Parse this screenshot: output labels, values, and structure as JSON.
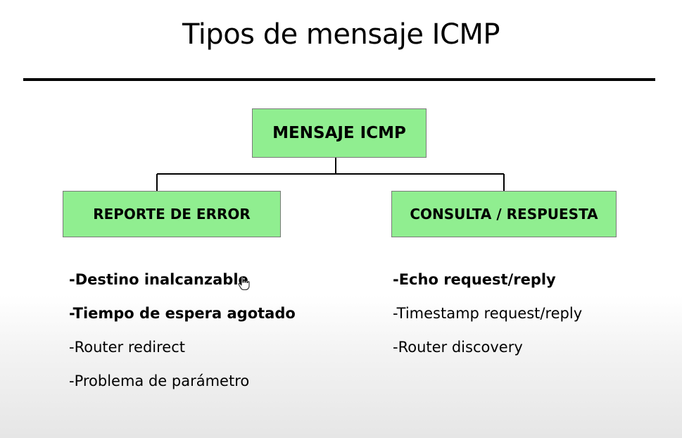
{
  "title": "Tipos de mensaje ICMP",
  "diagram": {
    "root": {
      "label": "MENSAJE ICMP",
      "color": "#90ee90"
    },
    "branches": [
      {
        "label": "REPORTE DE ERROR",
        "items": [
          {
            "text": "-Destino inalcanzable",
            "bold": true
          },
          {
            "text": "-Tiempo de espera agotado",
            "bold": true
          },
          {
            "text": "-Router redirect",
            "bold": false
          },
          {
            "text": "-Problema de parámetro",
            "bold": false
          }
        ]
      },
      {
        "label": "CONSULTA / RESPUESTA",
        "items": [
          {
            "text": "-Echo request/reply",
            "bold": true
          },
          {
            "text": "-Timestamp request/reply",
            "bold": false
          },
          {
            "text": "-Router discovery",
            "bold": false
          }
        ]
      }
    ]
  },
  "cursor": {
    "icon": "hand-pointer-icon"
  }
}
